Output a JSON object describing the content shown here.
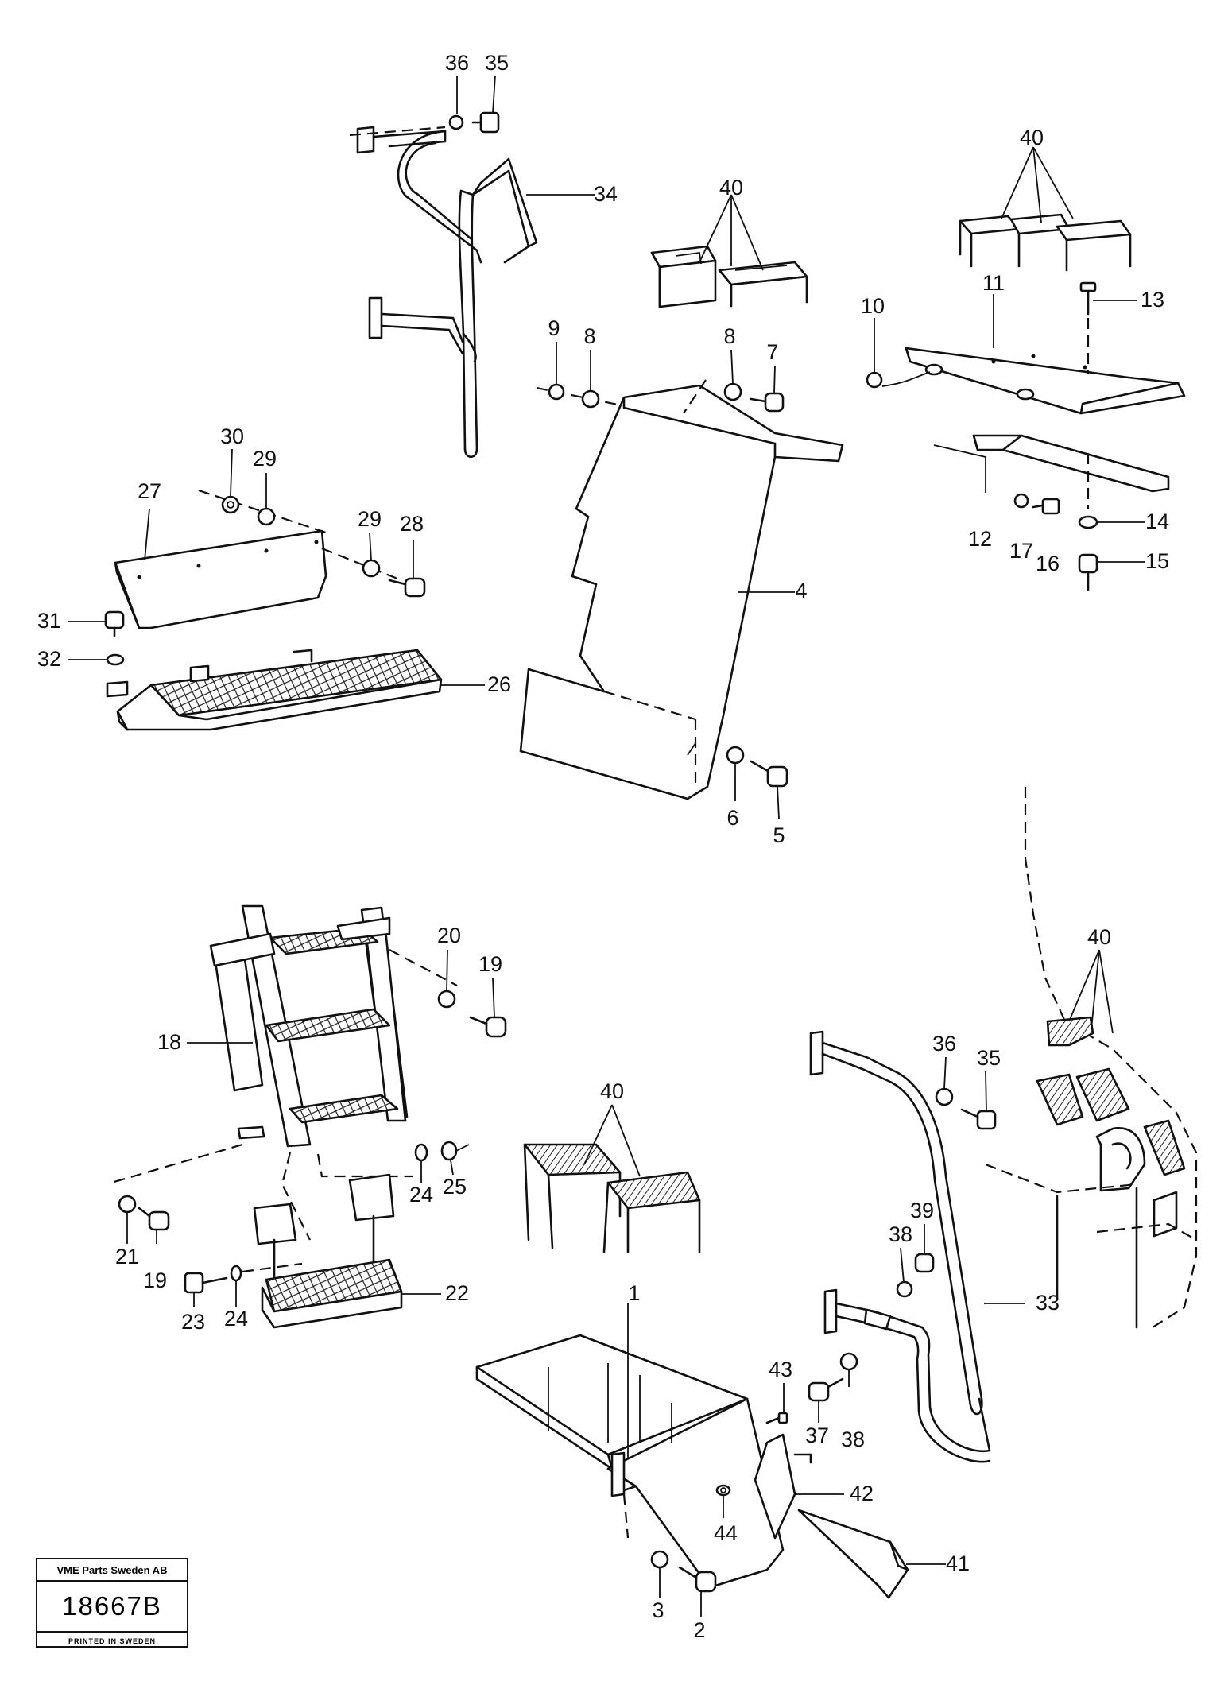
{
  "callouts": [
    {
      "id": "c36a",
      "text": "36"
    },
    {
      "id": "c35a",
      "text": "35"
    },
    {
      "id": "c34",
      "text": "34"
    },
    {
      "id": "c40a",
      "text": "40"
    },
    {
      "id": "c40b",
      "text": "40"
    },
    {
      "id": "c9",
      "text": "9"
    },
    {
      "id": "c8a",
      "text": "8"
    },
    {
      "id": "c8b",
      "text": "8"
    },
    {
      "id": "c7",
      "text": "7"
    },
    {
      "id": "c10",
      "text": "10"
    },
    {
      "id": "c11",
      "text": "11"
    },
    {
      "id": "c13",
      "text": "13"
    },
    {
      "id": "c30",
      "text": "30"
    },
    {
      "id": "c29a",
      "text": "29"
    },
    {
      "id": "c27",
      "text": "27"
    },
    {
      "id": "c29b",
      "text": "29"
    },
    {
      "id": "c28",
      "text": "28"
    },
    {
      "id": "c4",
      "text": "4"
    },
    {
      "id": "c14",
      "text": "14"
    },
    {
      "id": "c12",
      "text": "12"
    },
    {
      "id": "c17",
      "text": "17"
    },
    {
      "id": "c16",
      "text": "16"
    },
    {
      "id": "c15",
      "text": "15"
    },
    {
      "id": "c31",
      "text": "31"
    },
    {
      "id": "c32",
      "text": "32"
    },
    {
      "id": "c26",
      "text": "26"
    },
    {
      "id": "c6",
      "text": "6"
    },
    {
      "id": "c5",
      "text": "5"
    },
    {
      "id": "c20",
      "text": "20"
    },
    {
      "id": "c19a",
      "text": "19"
    },
    {
      "id": "c40c",
      "text": "40"
    },
    {
      "id": "c18",
      "text": "18"
    },
    {
      "id": "c36b",
      "text": "36"
    },
    {
      "id": "c35b",
      "text": "35"
    },
    {
      "id": "c40d",
      "text": "40"
    },
    {
      "id": "c24a",
      "text": "24"
    },
    {
      "id": "c25",
      "text": "25"
    },
    {
      "id": "c21",
      "text": "21"
    },
    {
      "id": "c19b",
      "text": "19"
    },
    {
      "id": "c39",
      "text": "39"
    },
    {
      "id": "c38a",
      "text": "38"
    },
    {
      "id": "c33",
      "text": "33"
    },
    {
      "id": "c23",
      "text": "23"
    },
    {
      "id": "c24b",
      "text": "24"
    },
    {
      "id": "c22",
      "text": "22"
    },
    {
      "id": "c1",
      "text": "1"
    },
    {
      "id": "c43",
      "text": "43"
    },
    {
      "id": "c38b",
      "text": "38"
    },
    {
      "id": "c37",
      "text": "37"
    },
    {
      "id": "c42",
      "text": "42"
    },
    {
      "id": "c44",
      "text": "44"
    },
    {
      "id": "c41",
      "text": "41"
    },
    {
      "id": "c3",
      "text": "3"
    },
    {
      "id": "c2",
      "text": "2"
    }
  ],
  "stamp": {
    "company": "VME Parts Sweden AB",
    "number": "18667B",
    "printed": "PRINTED IN SWEDEN"
  }
}
